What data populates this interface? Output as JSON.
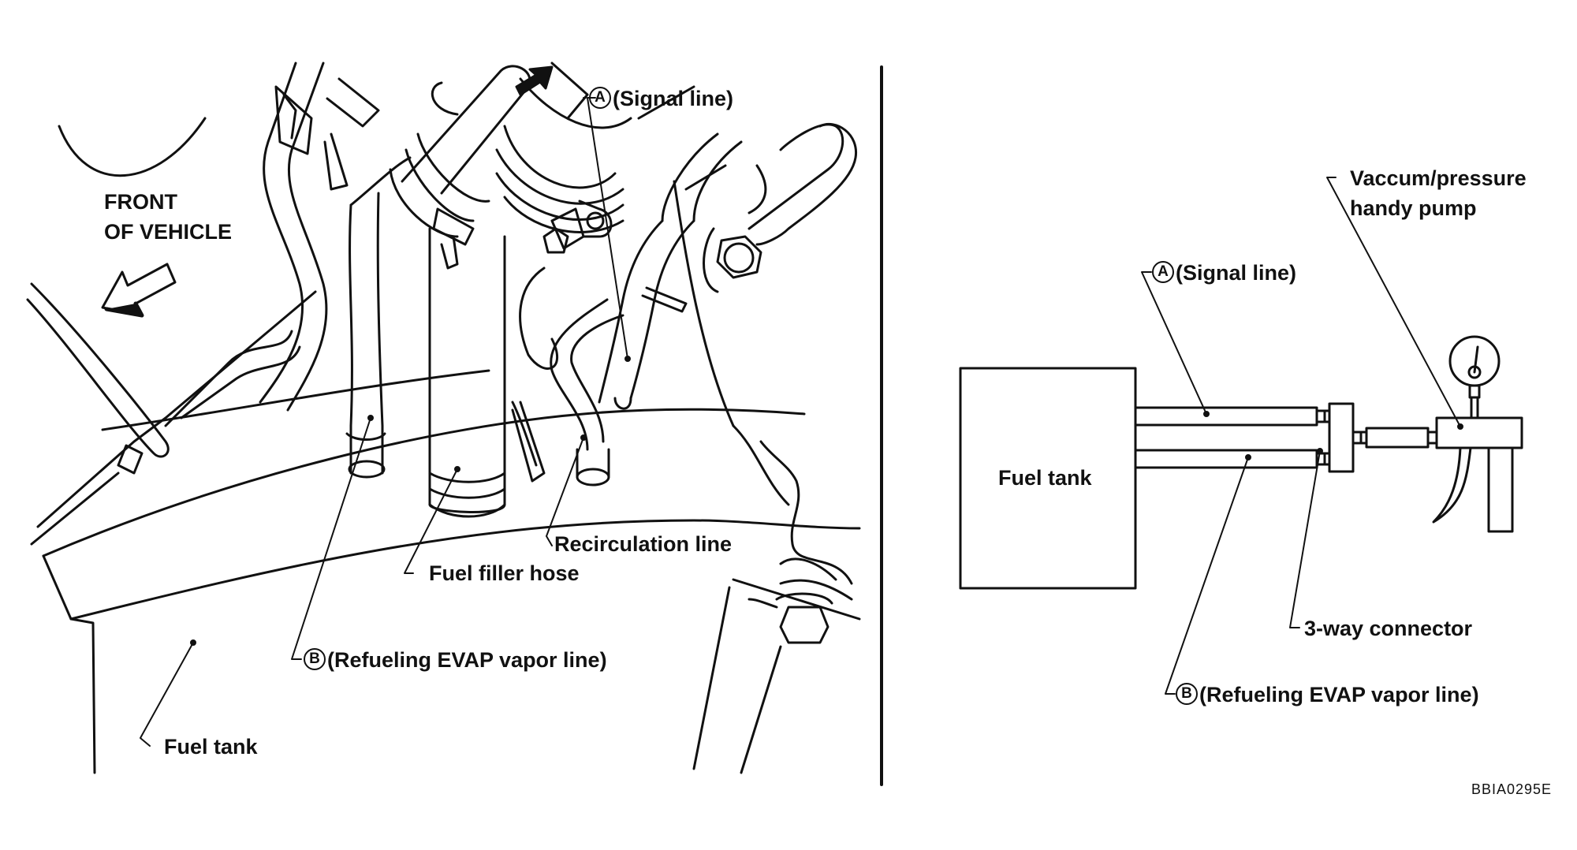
{
  "left_view": {
    "front_of_vehicle_line1": "FRONT",
    "front_of_vehicle_line2": "OF VEHICLE",
    "signal_line_letter": "A",
    "signal_line_label": "(Signal line)",
    "recirculation_line_label": "Recirculation line",
    "fuel_filler_hose_label": "Fuel filler hose",
    "evap_line_letter": "B",
    "evap_line_label": "(Refueling EVAP vapor line)",
    "fuel_tank_label": "Fuel tank"
  },
  "right_view": {
    "pump_label_line1": "Vaccum/pressure",
    "pump_label_line2": "handy pump",
    "signal_line_letter": "A",
    "signal_line_label": "(Signal line)",
    "fuel_tank_label": "Fuel tank",
    "connector_label": "3-way connector",
    "evap_line_letter": "B",
    "evap_line_label": "(Refueling EVAP vapor line)"
  },
  "figure_code": "BBIA0295E"
}
